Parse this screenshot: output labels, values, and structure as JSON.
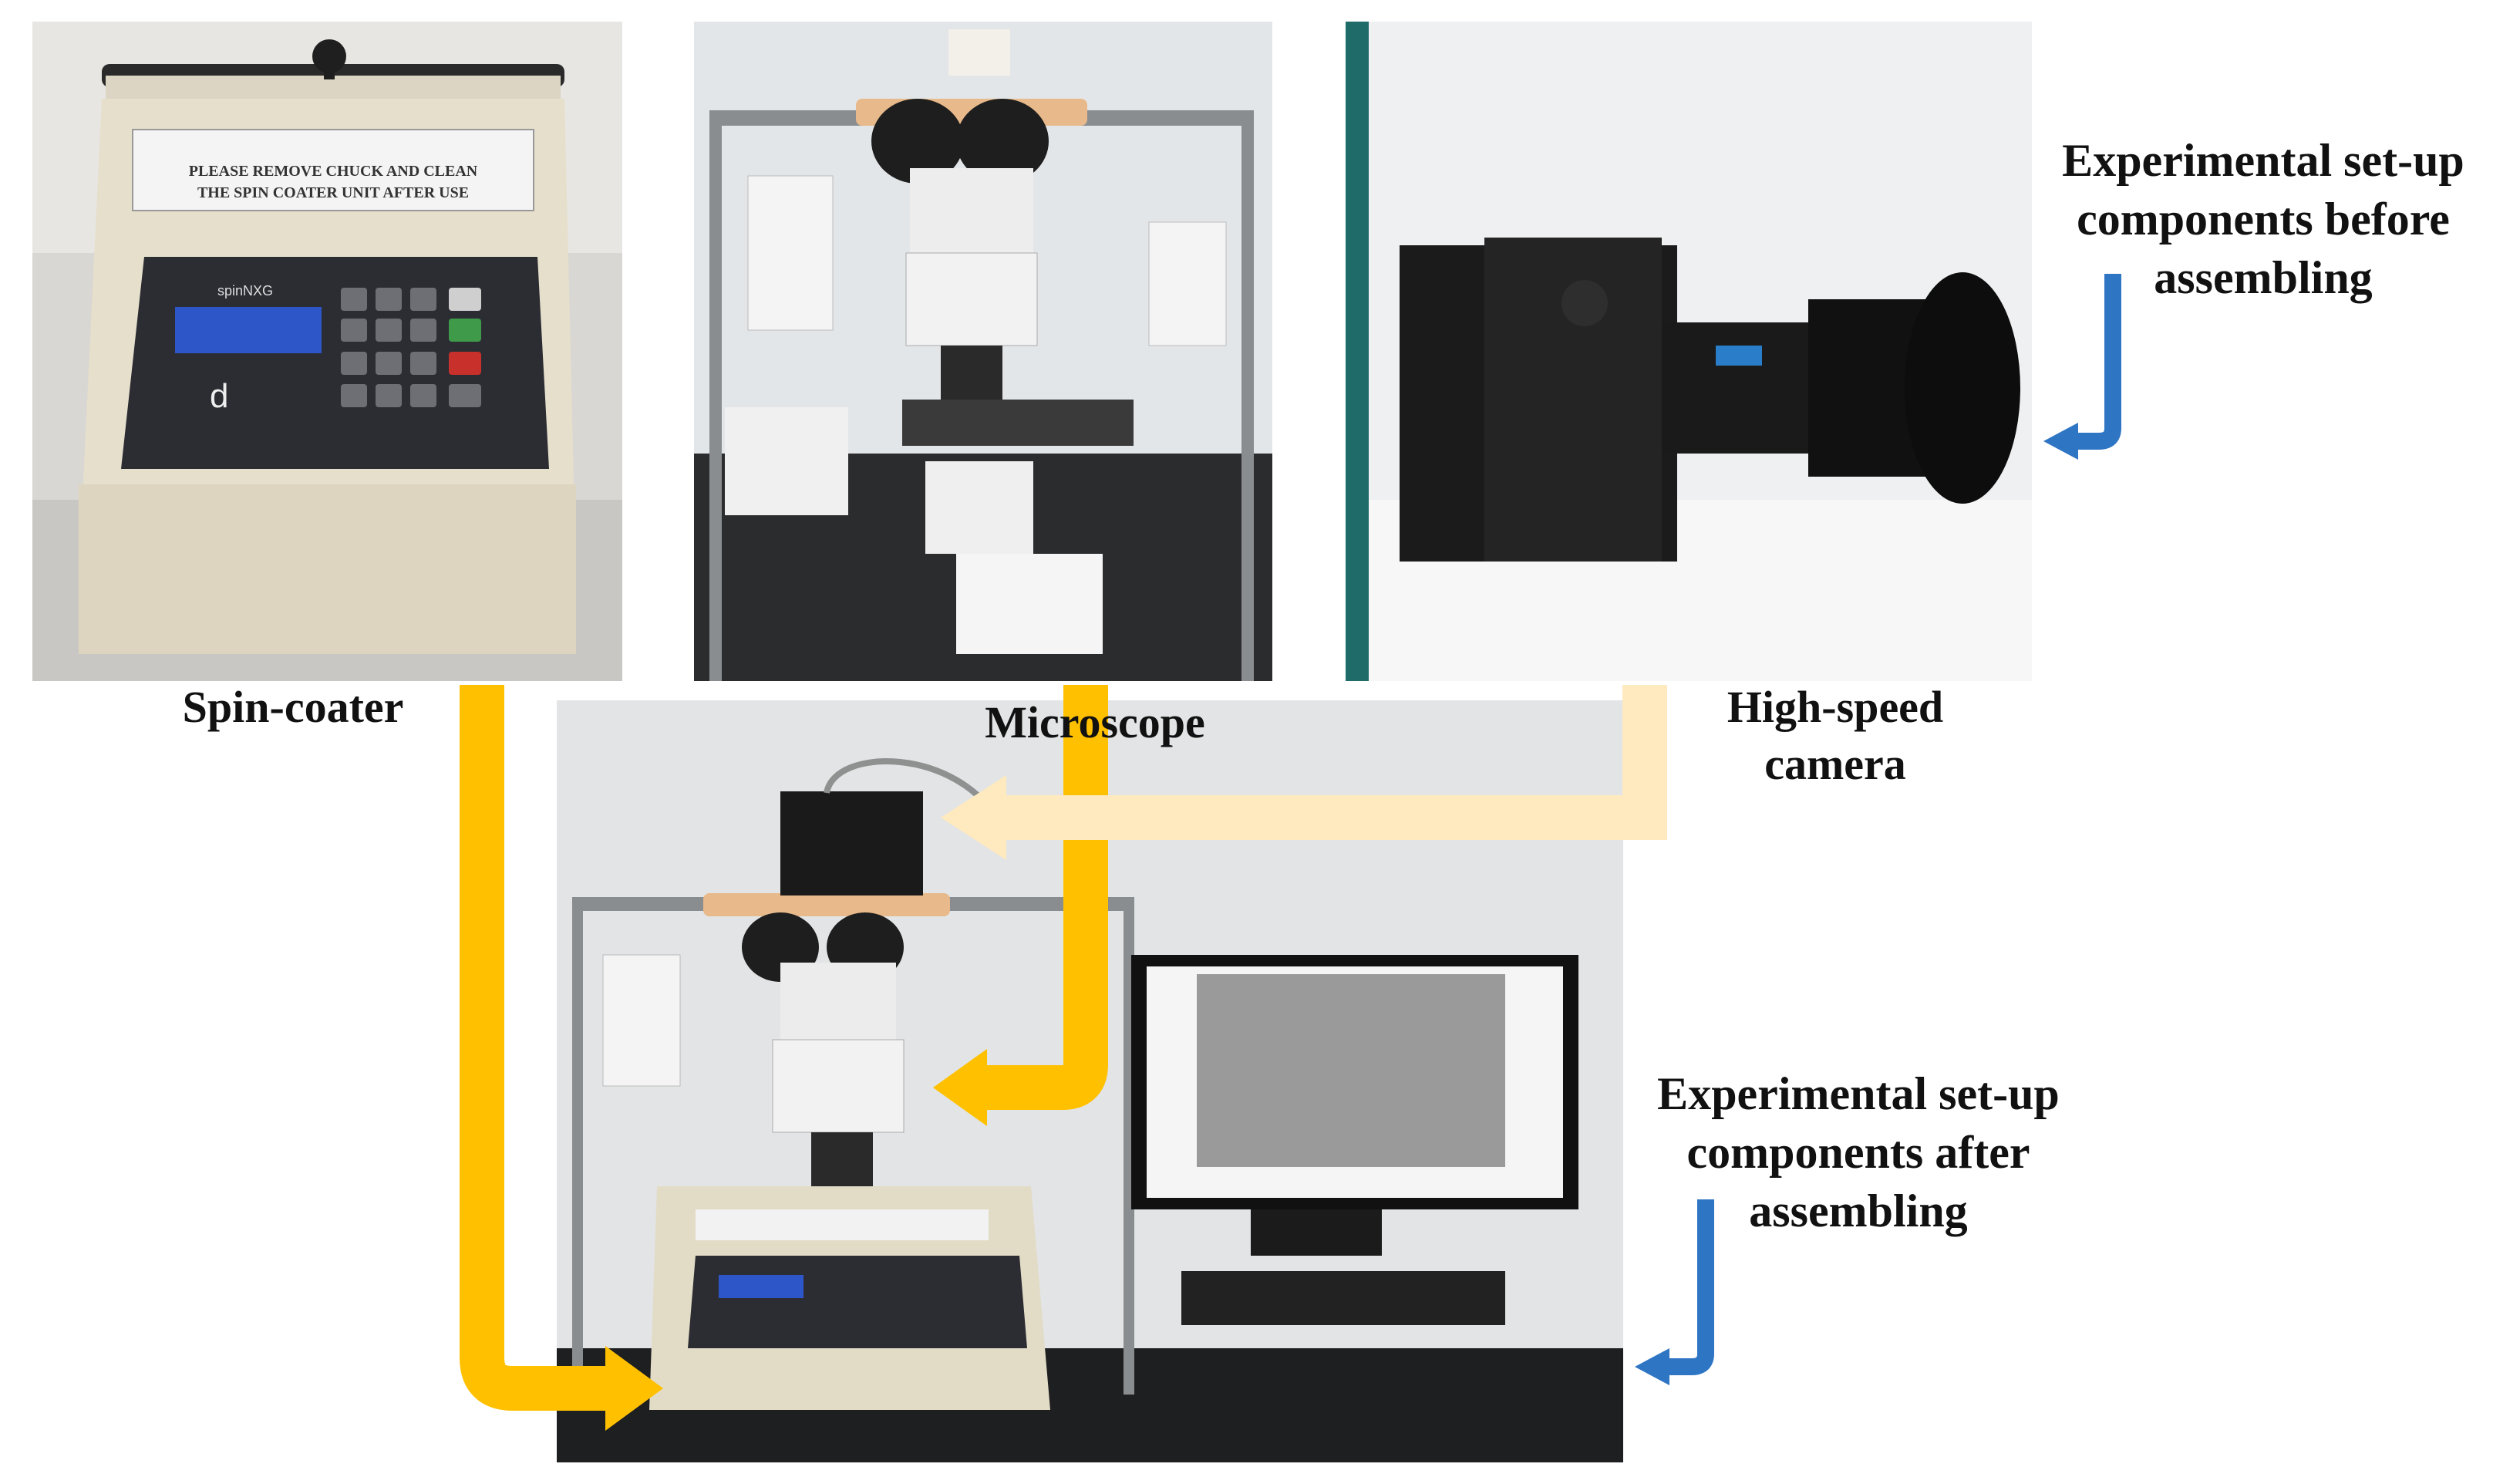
{
  "labels": {
    "spin_coater": "Spin-coater",
    "microscope": "Microscope",
    "camera": "High-speed\ncamera",
    "before": "Experimental set-up\ncomponents before\nassembling",
    "after": "Experimental set-up\ncomponents after\nassembling"
  },
  "sign_text": {
    "line1": "PLEASE REMOVE CHUCK AND CLEAN",
    "line2": "THE SPIN COATER UNIT AFTER USE",
    "brand": "spinNXG"
  },
  "colors": {
    "arrow_gold": "#ffc000",
    "arrow_light": "#ffe9bf",
    "arrow_blue": "#2e75c4"
  }
}
